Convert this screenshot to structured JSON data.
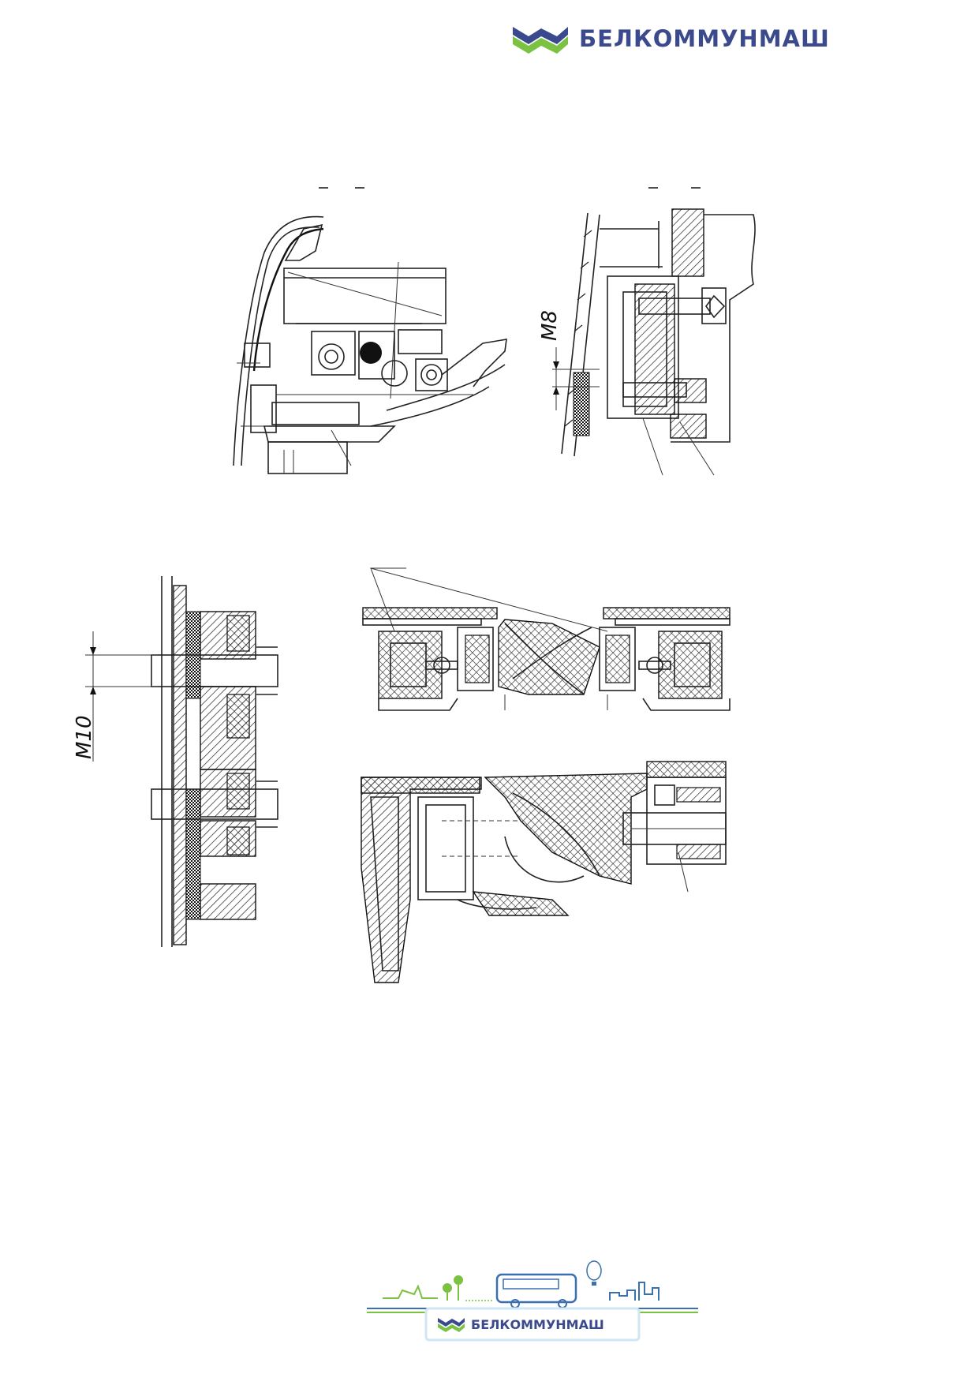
{
  "header": {
    "logo_text": "БЕЛКОММУНМАШ",
    "brand_blue": "#3a4a8c",
    "brand_green": "#7cc242"
  },
  "figures": {
    "fig1": {
      "name": "front-cab-section"
    },
    "fig2": {
      "name": "panel-bolt-section",
      "dimension_label": "M8"
    },
    "fig3": {
      "name": "flange-bolt-section",
      "dimension_label": "M10"
    },
    "fig4": {
      "name": "seal-joint-section"
    },
    "fig5": {
      "name": "rubber-profile-section"
    }
  },
  "footer": {
    "logo_text": "БЕЛКОММУНМАШ",
    "illustration": "city-trolleybus-banner",
    "icons": [
      "trees-icon",
      "trolleybus-icon",
      "balloon-icon",
      "factory-icon"
    ]
  }
}
